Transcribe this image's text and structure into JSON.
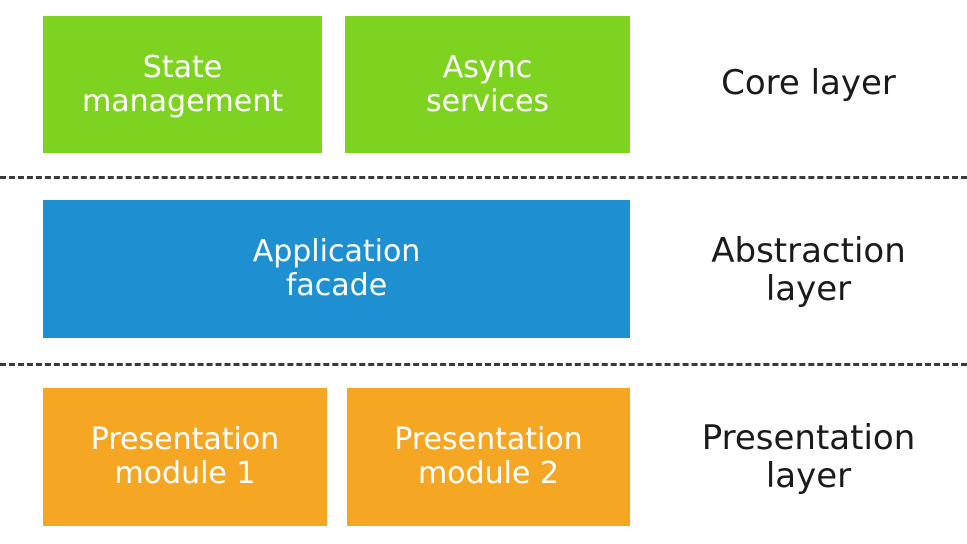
{
  "colors": {
    "core": "#7ed321",
    "abstraction": "#1e90d2",
    "presentation": "#f5a623",
    "text_on_box": "#ffffff",
    "label": "#1a1a1a",
    "divider": "#3a3a3a"
  },
  "core": {
    "boxes": [
      {
        "label": "State\nmanagement"
      },
      {
        "label": "Async\nservices"
      }
    ],
    "layer_label": "Core layer"
  },
  "abstraction": {
    "boxes": [
      {
        "label": "Application\nfacade"
      }
    ],
    "layer_label": "Abstraction\nlayer"
  },
  "presentation": {
    "boxes": [
      {
        "label": "Presentation\nmodule 1"
      },
      {
        "label": "Presentation\nmodule 2"
      }
    ],
    "layer_label": "Presentation\nlayer"
  }
}
